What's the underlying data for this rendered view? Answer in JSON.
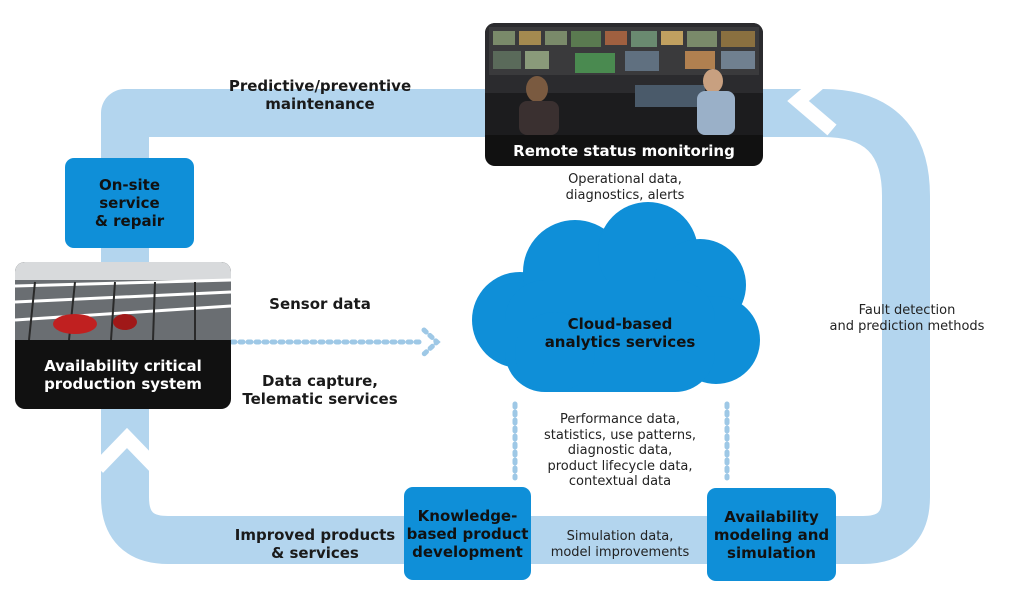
{
  "loop_color": "#b3d5ee",
  "accent_color": "#0f8fd8",
  "monitoring": {
    "caption": "Remote status monitoring"
  },
  "production": {
    "caption_line1": "Availability critical",
    "caption_line2": "production system"
  },
  "cloud": {
    "line1": "Cloud-based",
    "line2": "analytics services"
  },
  "onsite": {
    "line1": "On-site",
    "line2": "service",
    "line3": "& repair"
  },
  "knowledge": {
    "line1": "Knowledge-",
    "line2": "based product",
    "line3": "development"
  },
  "availability_modeling": {
    "line1": "Availability",
    "line2": "modeling and",
    "line3": "simulation"
  },
  "labels": {
    "predictive_1": "Predictive/preventive",
    "predictive_2": "maintenance",
    "sensor_data": "Sensor data",
    "data_capture_1": "Data capture,",
    "data_capture_2": "Telematic services",
    "operational_1": "Operational data,",
    "operational_2": "diagnostics, alerts",
    "fault_1": "Fault detection",
    "fault_2": "and prediction methods",
    "performance_1": "Performance data,",
    "performance_2": "statistics, use patterns,",
    "performance_3": "diagnostic data,",
    "performance_4": "product lifecycle data,",
    "performance_5": "contextual data",
    "improved_1": "Improved products",
    "improved_2": "& services",
    "simulation_1": "Simulation data,",
    "simulation_2": "model improvements"
  }
}
